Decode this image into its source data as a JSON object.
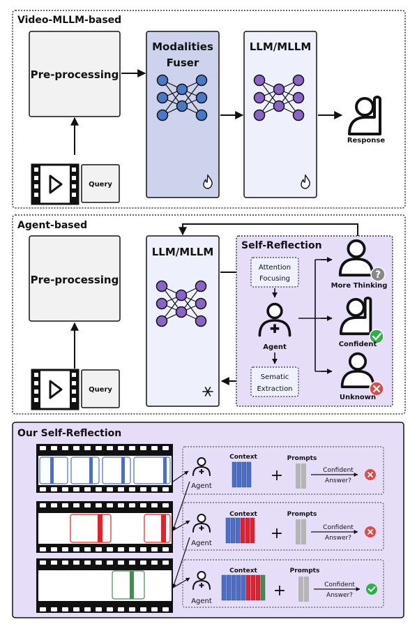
{
  "section1": {
    "title": "Video-MLLM-based",
    "preprocessing": "Pre-processing",
    "query": "Query",
    "fuser_line1": "Modalities",
    "fuser_line2": "Fuser",
    "llm": "LLM/MLLM",
    "response": "Response"
  },
  "section2": {
    "title": "Agent-based",
    "preprocessing": "Pre-processing",
    "query": "Query",
    "llm": "LLM/MLLM",
    "self_reflection": "Self-Reflection",
    "attention_line1": "Attention",
    "attention_line2": "Focusing",
    "agent": "Agent",
    "semantic_line1": "Sematic",
    "semantic_line2": "Extraction",
    "more_thinking": "More Thinking",
    "confident": "Confident",
    "unknown": "Unknown"
  },
  "section3": {
    "title": "Our Self-Reflection",
    "rows": [
      {
        "agent": "Agent",
        "context": "Context",
        "prompts": "Prompts",
        "confident": "Confident",
        "answer": "Answer?",
        "result": "no"
      },
      {
        "agent": "Agent",
        "context": "Context",
        "prompts": "Prompts",
        "confident": "Confident",
        "answer": "Answer?",
        "result": "no"
      },
      {
        "agent": "Agent",
        "context": "Context",
        "prompts": "Prompts",
        "confident": "Confident",
        "answer": "Answer?",
        "result": "yes"
      }
    ]
  },
  "colors": {
    "fuser_fill": "#cdd3ec",
    "llm_fill": "#eef0fb",
    "purple_panel": "#e6def8",
    "node_blue": "#4a78c8",
    "node_purple": "#8a63c8",
    "film_blue": "#4a6fc4",
    "film_red": "#ee1c24",
    "film_green": "#3f8f4f",
    "prompt_gray": "#b5b5b5",
    "ok_green": "#2db04a",
    "no_red": "#e04b47",
    "question_gray": "#888888"
  },
  "icons": [
    "video-icon",
    "fire-icon",
    "snowflake-icon",
    "person-icon",
    "agent-icon",
    "check-icon",
    "cross-icon",
    "question-icon"
  ]
}
